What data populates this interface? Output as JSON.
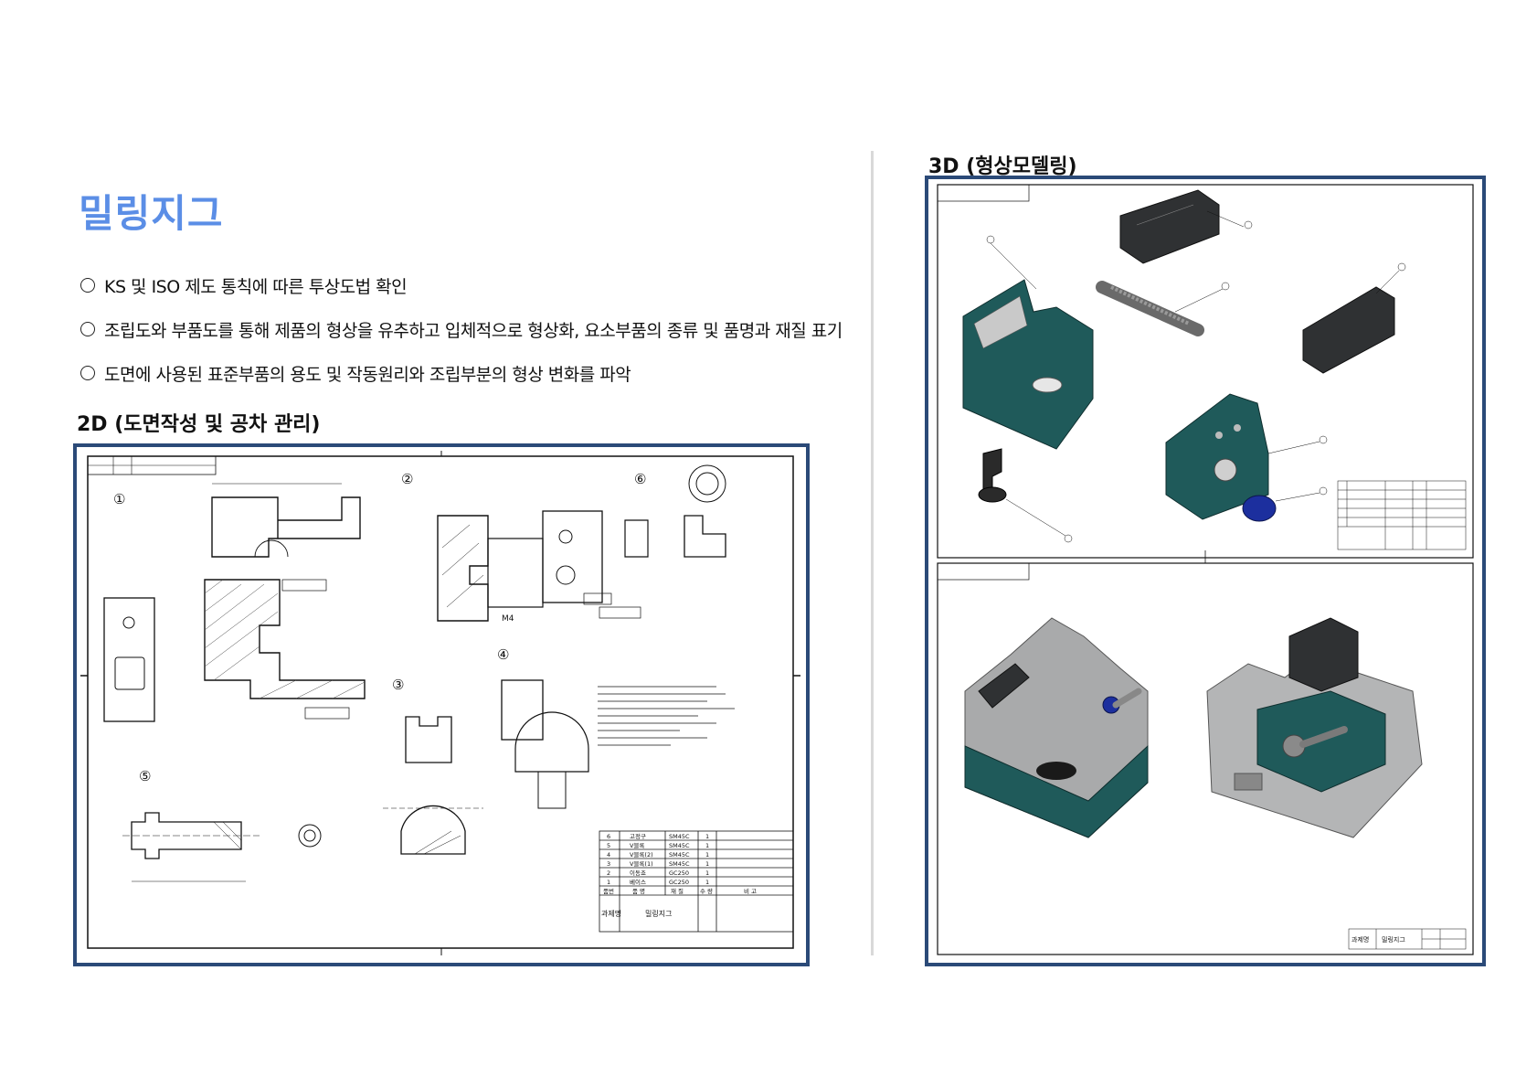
{
  "page": {
    "title": "밀링지그",
    "bullets": [
      "KS 및 ISO 제도 통칙에 따른 투상도법 확인",
      "조립도와 부품도를 통해 제품의 형상을 유추하고 입체적으로 형상화, 요소부품의 종류 및 품명과 재질 표기",
      "도면에 사용된 표준부품의 용도 및 작동원리와 조립부분의 형상 변화를 파악"
    ],
    "section_2d": "2D (도면작성 및 공차 관리)",
    "section_3d": "3D (형상모델링)"
  },
  "drawing_2d": {
    "parts_list": {
      "headers": [
        "품번",
        "품 명",
        "재 질",
        "수 량",
        "비 고"
      ],
      "rows": [
        [
          "6",
          "고정구",
          "SM45C",
          "1",
          ""
        ],
        [
          "5",
          "V블록",
          "SM45C",
          "1",
          ""
        ],
        [
          "4",
          "V블록(2)",
          "SM45C",
          "1",
          ""
        ],
        [
          "3",
          "V블록(1)",
          "SM45C",
          "1",
          ""
        ],
        [
          "2",
          "이동죠",
          "GC250",
          "1",
          ""
        ],
        [
          "1",
          "베이스",
          "GC250",
          "1",
          ""
        ]
      ]
    },
    "title_block": {
      "label": "과제명",
      "name": "밀링지그"
    },
    "callouts": [
      "①",
      "②",
      "③",
      "④",
      "⑤",
      "⑥"
    ]
  },
  "drawing_3d": {
    "title_block": {
      "label": "과제명",
      "name": "밀링지그"
    }
  },
  "colors": {
    "accent": "#5b8ee6",
    "frame": "#2b4a78",
    "teal": "#1f5a5a",
    "dark": "#2f3133",
    "blue": "#1c2f9e"
  }
}
